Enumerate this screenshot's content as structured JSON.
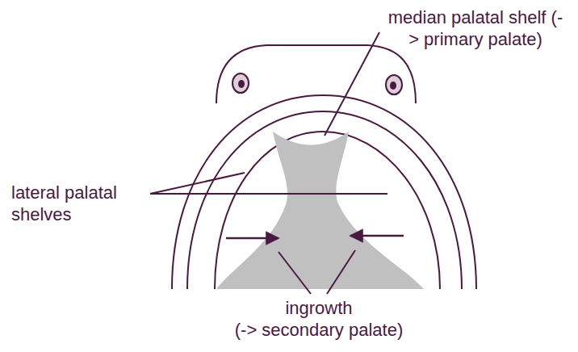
{
  "diagram": {
    "labels": [
      "median palatal shelf (-> primary palate)",
      "lateral palatal shelves",
      "ingrowth (-> secondary palate)"
    ]
  }
}
